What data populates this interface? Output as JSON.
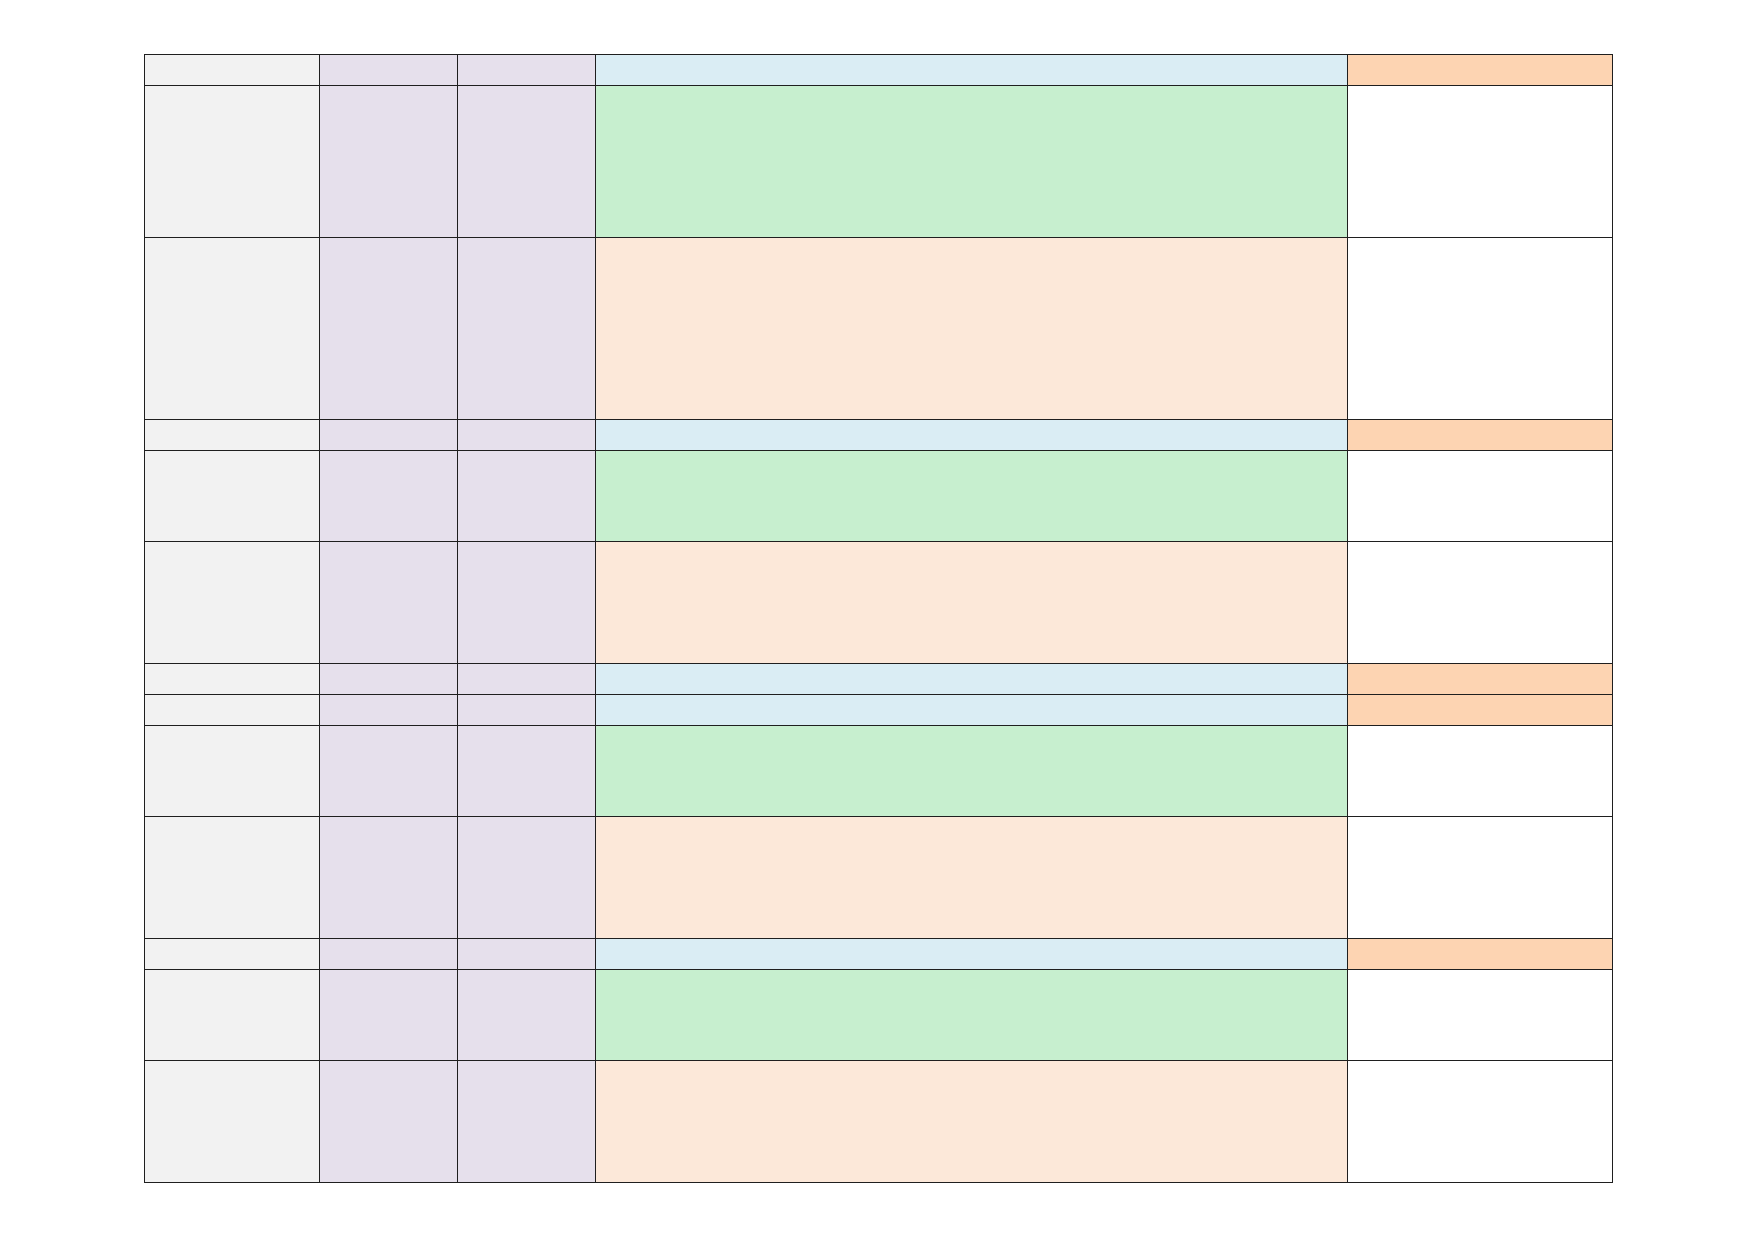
{
  "page": {
    "background": "#ffffff",
    "border_color": "#1f1f1f"
  },
  "palette": {
    "label_column": "#f2f2f2",
    "meta_columns": "#e6e0ec",
    "header_main": "#daedf4",
    "header_side": "#fdd4b2",
    "row_type_a": "#c7efcf",
    "row_type_b": "#fce8d9",
    "side_body": "#ffffff"
  },
  "table": {
    "columns": [
      "label",
      "meta1",
      "meta2",
      "main",
      "side"
    ],
    "rows": [
      {
        "kind": "header",
        "cells": [
          "",
          "",
          "",
          "",
          ""
        ]
      },
      {
        "kind": "a",
        "cells": [
          "",
          "",
          "",
          "",
          ""
        ]
      },
      {
        "kind": "b",
        "cells": [
          "",
          "",
          "",
          "",
          ""
        ]
      },
      {
        "kind": "header",
        "cells": [
          "",
          "",
          "",
          "",
          ""
        ]
      },
      {
        "kind": "a",
        "cells": [
          "",
          "",
          "",
          "",
          ""
        ]
      },
      {
        "kind": "b",
        "cells": [
          "",
          "",
          "",
          "",
          ""
        ]
      },
      {
        "kind": "header",
        "cells": [
          "",
          "",
          "",
          "",
          ""
        ]
      },
      {
        "kind": "header",
        "cells": [
          "",
          "",
          "",
          "",
          ""
        ]
      },
      {
        "kind": "a",
        "cells": [
          "",
          "",
          "",
          "",
          ""
        ]
      },
      {
        "kind": "b",
        "cells": [
          "",
          "",
          "",
          "",
          ""
        ]
      },
      {
        "kind": "header",
        "cells": [
          "",
          "",
          "",
          "",
          ""
        ]
      },
      {
        "kind": "a",
        "cells": [
          "",
          "",
          "",
          "",
          ""
        ]
      },
      {
        "kind": "b",
        "cells": [
          "",
          "",
          "",
          "",
          ""
        ]
      }
    ]
  }
}
